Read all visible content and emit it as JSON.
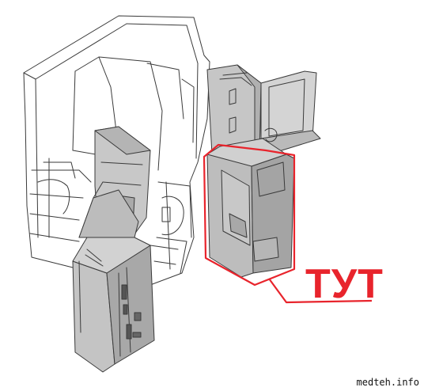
{
  "diagram": {
    "callout_label": "ТУТ",
    "watermark": "medteh.info",
    "colors": {
      "line": "#3a3a3a",
      "light_fill": "#ffffff",
      "grey_fill": "#bdbdbd",
      "dark_grey_fill": "#9e9e9e",
      "highlight": "#e8242c"
    },
    "parts": [
      {
        "id": "main-body",
        "shade": "white"
      },
      {
        "id": "front-tray-panel",
        "shade": "grey"
      },
      {
        "id": "lower-column",
        "shade": "grey"
      },
      {
        "id": "open-cover",
        "shade": "grey"
      },
      {
        "id": "highlighted-cassette",
        "shade": "grey",
        "highlighted": true
      }
    ]
  }
}
